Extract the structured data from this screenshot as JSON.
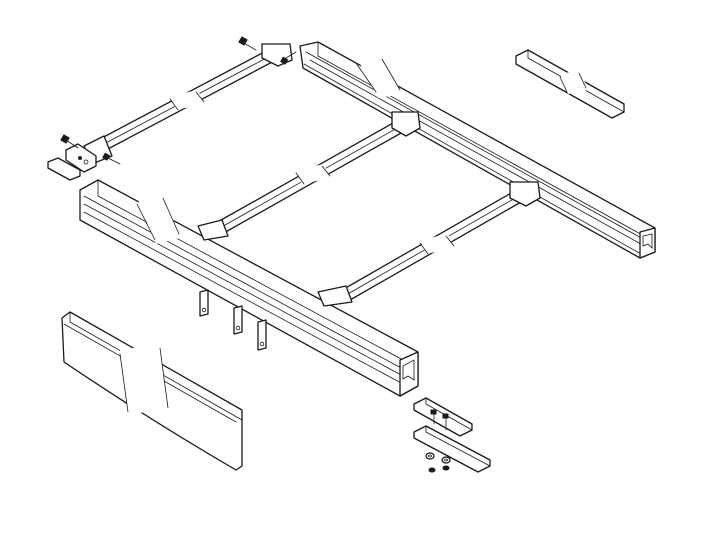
{
  "figure": {
    "kind": "exploded-assembly-drawing",
    "caption": ""
  },
  "parts": [
    {
      "id": "rear-rail",
      "icon": "aluminum-rail-profile"
    },
    {
      "id": "front-rail",
      "icon": "aluminum-rail-profile"
    },
    {
      "id": "side-crossbar",
      "icon": "tube-crossbar"
    },
    {
      "id": "middle-crossbar",
      "icon": "tube-crossbar"
    },
    {
      "id": "end-crossbar",
      "icon": "tube-crossbar"
    },
    {
      "id": "end-cap-channel",
      "icon": "u-channel"
    },
    {
      "id": "cover-panel",
      "icon": "curved-panel"
    },
    {
      "id": "joint-plate-upper",
      "icon": "flat-plate"
    },
    {
      "id": "joint-plate-lower",
      "icon": "flat-plate"
    },
    {
      "id": "hanger-brackets",
      "icon": "tab-bracket"
    },
    {
      "id": "corner-bracket",
      "icon": "bracket-plate"
    },
    {
      "id": "fasteners",
      "icon": "screw-nut-washer"
    }
  ],
  "colors": {
    "line": "#1a1a1a",
    "background": "#ffffff"
  }
}
